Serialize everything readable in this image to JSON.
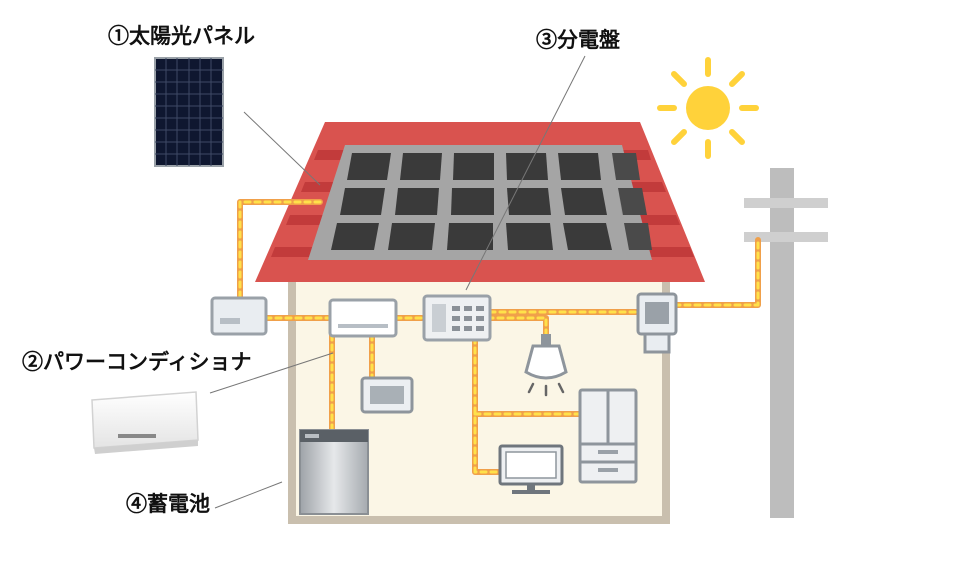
{
  "labels": {
    "solar_panel": "①太陽光パネル",
    "distribution_board": "③分電盤",
    "power_conditioner": "②パワーコンディショナ",
    "storage_battery": "④蓄電池"
  },
  "colors": {
    "roof": "#d9534f",
    "roof_stripe": "#c23b3b",
    "panel_cell": "#3a3a3a",
    "panel_frame": "#9a9a9a",
    "wall": "#fbf6e6",
    "wall_outline": "#c9bfae",
    "wire_orange": "#f0a04a",
    "wire_yellow": "#ffe14a",
    "sun": "#ffd23a",
    "pole": "#bdbdbd"
  },
  "icons": {
    "sun": "sun-icon",
    "light_bulb": "light-bulb-icon",
    "refrigerator": "refrigerator-icon",
    "television": "television-icon",
    "utility_pole": "utility-pole-icon",
    "power_meter": "power-meter-icon",
    "monitor": "energy-monitor-icon"
  }
}
